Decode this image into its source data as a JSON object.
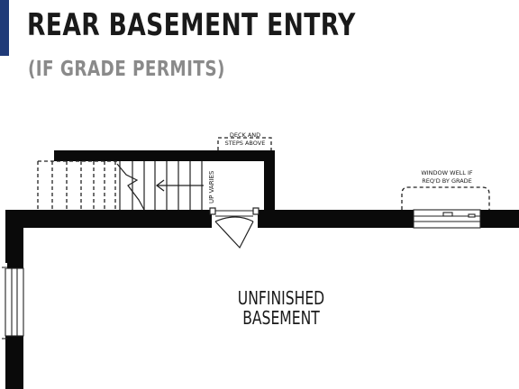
{
  "header": {
    "title": "REAR BASEMENT ENTRY",
    "subtitle": "(IF GRADE PERMITS)"
  },
  "colors": {
    "accent": "#1f3a78",
    "wall": "#0a0a0a",
    "line": "#222222",
    "subtitle_text": "#8a8a8a"
  },
  "labels": {
    "deck": [
      "DECK AND",
      "STEPS ABOVE"
    ],
    "window_well": [
      "WINDOW WELL IF",
      "REQ'D BY GRADE"
    ],
    "up_varies": "UP VARIES",
    "room": [
      "UNFINISHED",
      "BASEMENT"
    ]
  }
}
